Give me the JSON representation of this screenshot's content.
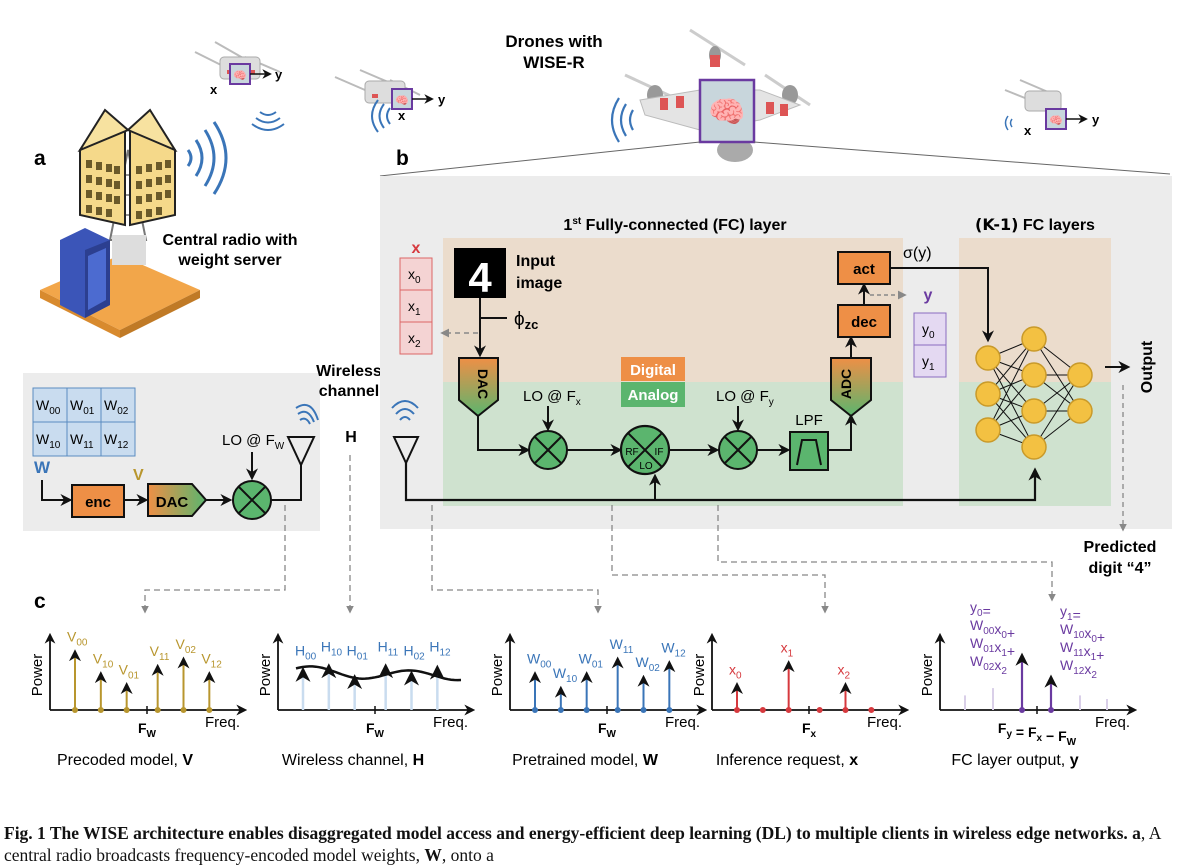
{
  "figure": {
    "panel_a": {
      "letter": "a",
      "tower_label_line1": "Central radio with",
      "tower_label_line2": "weight server",
      "weight_matrix": [
        [
          "W00",
          "W01",
          "W02"
        ],
        [
          "W10",
          "W11",
          "W12"
        ]
      ],
      "w_label": "W",
      "v_label": "V",
      "enc_label": "enc",
      "dac_label": "DAC",
      "lo_label": "LO @ F",
      "lo_sub": "W"
    },
    "drones": {
      "title_line1": "Drones with",
      "title_line2": "WISE-R",
      "x_label": "x",
      "y_label": "y"
    },
    "channel": {
      "label_line1": "Wireless",
      "label_line2": "channel",
      "h_label": "H"
    },
    "panel_b": {
      "letter": "b",
      "fc1_title": "1st Fully-connected (FC) layer",
      "fc1_sup": "st",
      "fck_title_a": "(K-1)",
      "fck_title_b": "FC layers",
      "x_vector_label": "x",
      "x_vector": [
        "x0",
        "x1",
        "x2"
      ],
      "input_image_line1": "Input",
      "input_image_line2": "image",
      "input_digit": "4",
      "phi_label": "ϕ",
      "phi_sub": "zc",
      "digital_label": "Digital",
      "analog_label": "Analog",
      "dac_label": "DAC",
      "adc_label": "ADC",
      "lo_x_label": "LO @ F",
      "lo_x_sub": "x",
      "lo_y_label": "LO @ F",
      "lo_y_sub": "y",
      "mixer_ports": [
        "RF",
        "IF",
        "LO"
      ],
      "lpf_label": "LPF",
      "dec_label": "dec",
      "act_label": "act",
      "sigma_label": "σ(y)",
      "y_vector_label": "y",
      "y_vector": [
        "y0",
        "y1"
      ],
      "output_label": "Output",
      "predicted_line1": "Predicted",
      "predicted_line2": "digit “4”"
    },
    "panel_c": {
      "letter": "c",
      "axis_y": "Power",
      "axis_x": "Freq."
    },
    "colors": {
      "gold": "#b8962e",
      "blue": "#3a75b8",
      "light_blue": "#c9dcef",
      "red": "#d6393e",
      "purple": "#6a3aa0",
      "orange": "#ee8f46",
      "green": "#5bb56e",
      "digital_bg": "#ebdccc",
      "analog_bg": "#cfe2cf",
      "panel_bg": "#ececec",
      "neuron": "#f3c142"
    }
  },
  "chart_data": [
    {
      "type": "stem",
      "title": "Precoded model, V",
      "title_bold": "V",
      "xlabel": "Freq.",
      "ylabel": "Power",
      "center_tick": "FW",
      "series": [
        {
          "name": "V",
          "labels": [
            "V00",
            "V10",
            "V01",
            "V11",
            "V02",
            "V12"
          ],
          "values": [
            0.8,
            0.5,
            0.35,
            0.6,
            0.7,
            0.5
          ]
        }
      ],
      "ylim": [
        0,
        1
      ]
    },
    {
      "type": "stem+curve",
      "title": "Wireless channel, H",
      "title_bold": "H",
      "xlabel": "Freq.",
      "ylabel": "Power",
      "center_tick": "FW",
      "series": [
        {
          "name": "H",
          "labels": [
            "H00",
            "H10",
            "H01",
            "H11",
            "H02",
            "H12"
          ],
          "values": [
            0.55,
            0.6,
            0.45,
            0.6,
            0.5,
            0.58
          ]
        }
      ],
      "ylim": [
        0,
        1
      ]
    },
    {
      "type": "stem",
      "title": "Pretrained model, W",
      "title_bold": "W",
      "xlabel": "Freq.",
      "ylabel": "Power",
      "center_tick": "FW",
      "series": [
        {
          "name": "W",
          "labels": [
            "W00",
            "W10",
            "W01",
            "W11",
            "W02",
            "W12"
          ],
          "values": [
            0.5,
            0.3,
            0.5,
            0.7,
            0.45,
            0.65
          ]
        }
      ],
      "ylim": [
        0,
        1
      ]
    },
    {
      "type": "stem",
      "title": "Inference request, x",
      "title_bold": "x",
      "xlabel": "Freq.",
      "ylabel": "Power",
      "center_tick": "Fx",
      "series": [
        {
          "name": "x",
          "labels": [
            "x0",
            "",
            "x1",
            "",
            "x2",
            ""
          ],
          "values": [
            0.35,
            0,
            0.65,
            0,
            0.35,
            0
          ]
        }
      ],
      "ylim": [
        0,
        1
      ]
    },
    {
      "type": "stem",
      "title": "FC layer output, y",
      "title_bold": "y",
      "xlabel": "Freq.",
      "ylabel": "Power",
      "center_tick": "Fy = Fx − FW",
      "series": [
        {
          "name": "y",
          "labels": [
            "y0",
            "y1"
          ],
          "values": [
            0.75,
            0.45
          ]
        },
        {
          "name": "faded",
          "values": [
            0.2,
            0.3,
            0.2,
            0.15
          ]
        }
      ],
      "annotations": [
        [
          "y0=",
          "W00x0+",
          "W01x1+",
          "W02x2"
        ],
        [
          "y1=",
          "W10x0+",
          "W11x1+",
          "W12x2"
        ]
      ],
      "ylim": [
        0,
        1
      ]
    }
  ],
  "caption": {
    "bold": "Fig. 1  The WISE architecture enables disaggregated model access and energy-efficient deep learning (DL) to multiple clients in wireless edge networks.",
    "bold_a": "a",
    "rest": ", A central radio broadcasts frequency-encoded model weights, ",
    "bold_w": "W",
    "rest2": ", onto a"
  }
}
